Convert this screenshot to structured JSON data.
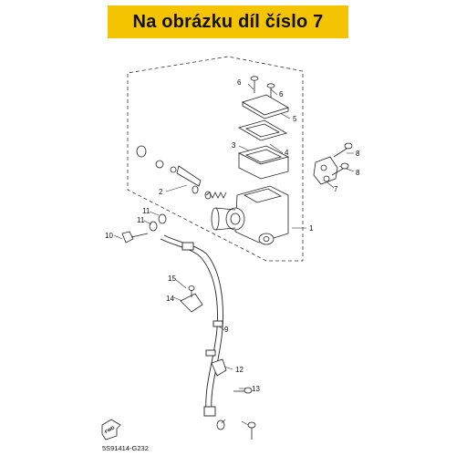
{
  "banner": {
    "title": "Na obrázku díl číslo 7",
    "background": "#f5c400"
  },
  "diagram": {
    "code": "5S91414-G232",
    "fwd_label": "FWD",
    "callouts": [
      "1",
      "2",
      "3",
      "4",
      "5",
      "6",
      "6",
      "7",
      "8",
      "8",
      "9",
      "10",
      "11",
      "11",
      "12",
      "13",
      "14",
      "15"
    ]
  }
}
